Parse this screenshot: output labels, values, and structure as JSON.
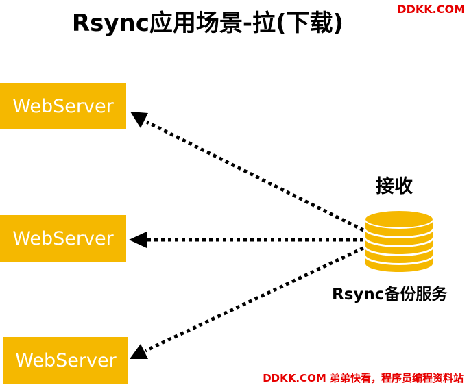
{
  "title": "Rsync应用场景-拉(下载)",
  "watermark_top": "DDKK.COM",
  "servers": [
    {
      "label": "WebServer"
    },
    {
      "label": "WebServer"
    },
    {
      "label": "WebServer"
    }
  ],
  "receive_label": "接收",
  "backup_label": "Rsync备份服务",
  "watermark_bottom": "DDKK.COM 弟弟快看，程序员编程资料站",
  "colors": {
    "server_fill": "#f5b800",
    "database_fill": "#f5b800",
    "watermark": "#e60000",
    "arrow": "#000000"
  },
  "icons": {
    "database": "database-icon"
  }
}
